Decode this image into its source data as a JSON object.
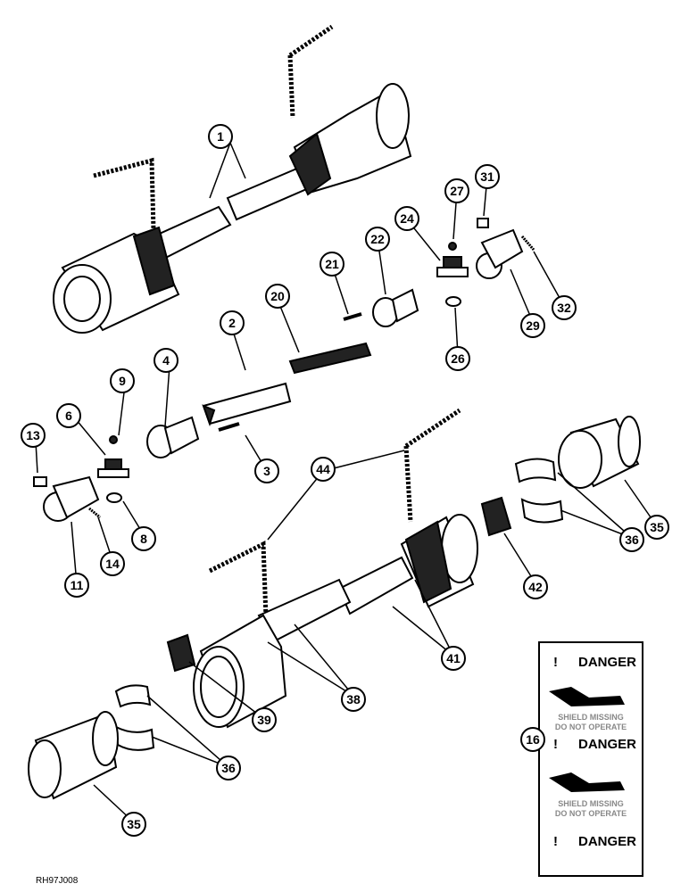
{
  "diagram": {
    "callouts": [
      "1",
      "2",
      "3",
      "4",
      "6",
      "8",
      "9",
      "11",
      "13",
      "14",
      "16",
      "20",
      "21",
      "22",
      "24",
      "26",
      "27",
      "29",
      "31",
      "32",
      "35",
      "35",
      "36",
      "36",
      "38",
      "39",
      "41",
      "42",
      "44"
    ],
    "decal": {
      "heading": "DANGER",
      "warning_line_1": "SHIELD MISSING",
      "warning_line_2": "DO NOT OPERATE"
    },
    "figure_code": "RH97J008"
  }
}
